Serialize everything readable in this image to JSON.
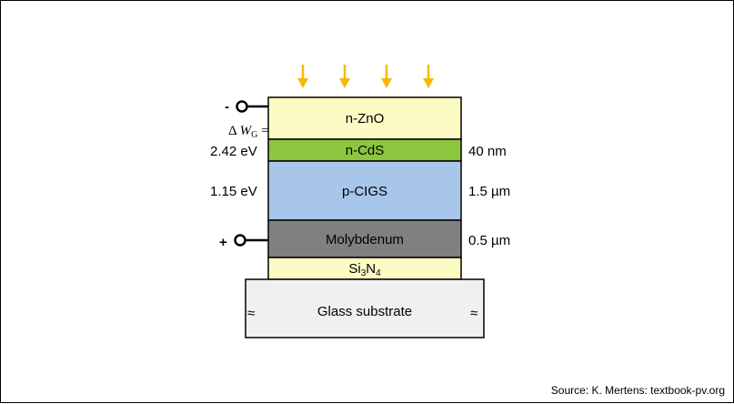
{
  "layers": [
    {
      "name": "n-ZnO",
      "color": "#fdfbc4"
    },
    {
      "name": "n-CdS",
      "color": "#8cc63e"
    },
    {
      "name": "p-CIGS",
      "color": "#a7c6ea"
    },
    {
      "name": "Molybdenum",
      "color": "#808080"
    },
    {
      "name_base": "Si",
      "name_sub1": "3",
      "name_mid": "N",
      "name_sub2": "4",
      "color": "#fdfbc4"
    }
  ],
  "substrate": {
    "label": "Glass substrate",
    "color": "#f0f0f0"
  },
  "left_labels": {
    "negative": "-",
    "positive": "+",
    "delta": "Δ",
    "w": "W",
    "g": "G",
    "equals": " =",
    "cds_gap": "2.42 eV",
    "cigs_gap": "1.15 eV"
  },
  "right_labels": {
    "cds_thickness": "40 nm",
    "cigs_thickness": "1.5 µm",
    "mo_thickness": "0.5 µm"
  },
  "break_symbol": "≈",
  "arrow_color": "#f9b800",
  "source": "Source: K. Mertens: textbook-pv.org"
}
